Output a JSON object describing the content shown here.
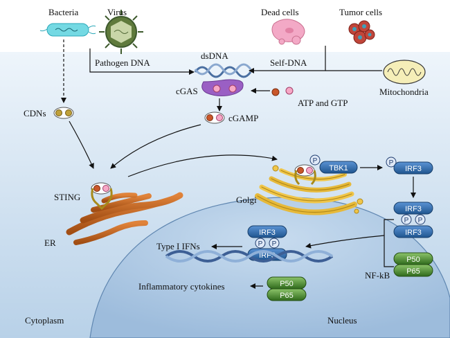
{
  "labels": {
    "bacteria": "Bacteria",
    "virus": "Virus",
    "dead_cells": "Dead cells",
    "tumor_cells": "Tumor cells",
    "pathogen_dna": "Pathogen DNA",
    "self_dna": "Self-DNA",
    "dsdna": "dsDNA",
    "cgas": "cGAS",
    "atp_gtp": "ATP and GTP",
    "mitochondria": "Mitochondria",
    "cdns": "CDNs",
    "cgamp": "cGAMP",
    "sting": "STING",
    "er": "ER",
    "golgi": "Golgi",
    "type1_ifns": "Type I IFNs",
    "inflammatory": "Inflammatory cytokines",
    "nfkb": "NF-kB",
    "cytoplasm": "Cytoplasm",
    "nucleus": "Nucleus"
  },
  "proteins": {
    "tbk1": "TBK1",
    "irf3": "IRF3",
    "p": "P",
    "p50": "P50",
    "p65": "P65"
  },
  "colors": {
    "cytoplasm_top": "#eef5fb",
    "cytoplasm_bottom": "#bdd5ea",
    "nucleus": "#a9c6e3",
    "protein_blue": "#2e6cb5",
    "nfkb_green": "#3d7a2a",
    "cgas_purple": "#9a5fc4",
    "er_orange": "#c0621e",
    "golgi_yellow": "#e6b93a"
  }
}
